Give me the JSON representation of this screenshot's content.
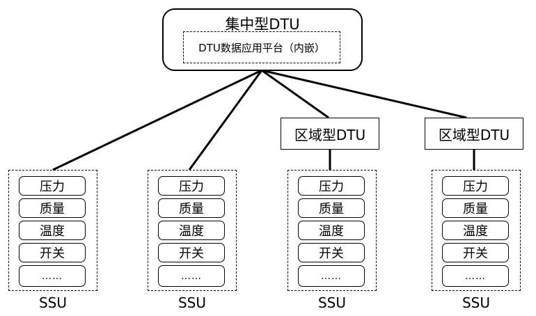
{
  "central_dtu": {
    "title": "集中型DTU",
    "platform_label": "DTU数据应用平台（内嵌）"
  },
  "regional_dtus": [
    {
      "label": "区域型DTU"
    },
    {
      "label": "区域型DTU"
    }
  ],
  "ssu_units": [
    {
      "label": "SSU",
      "sensors": [
        "压力",
        "质量",
        "温度",
        "开关",
        "……"
      ]
    },
    {
      "label": "SSU",
      "sensors": [
        "压力",
        "质量",
        "温度",
        "开关",
        "……"
      ]
    },
    {
      "label": "SSU",
      "sensors": [
        "压力",
        "质量",
        "温度",
        "开关",
        "……"
      ]
    },
    {
      "label": "SSU",
      "sensors": [
        "压力",
        "质量",
        "温度",
        "开关",
        "……"
      ]
    }
  ]
}
